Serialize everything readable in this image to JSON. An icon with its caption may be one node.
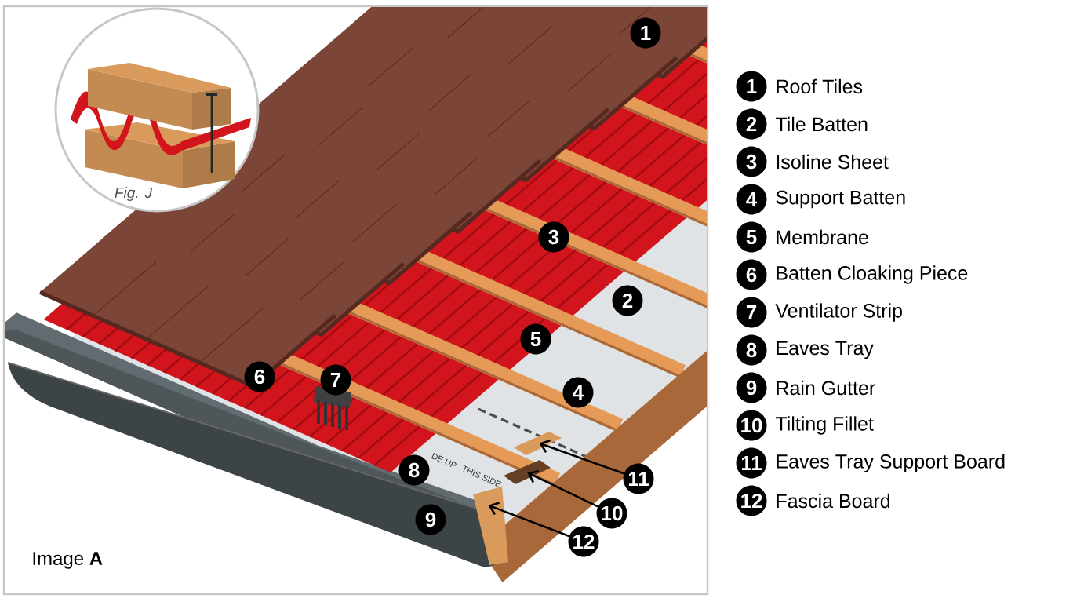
{
  "diagram": {
    "nodes": [
      {
        "text": [
          "Fig. J"
        ]
      },
      {
        "text": [
          "1"
        ]
      },
      {
        "text": [
          "2"
        ]
      },
      {
        "text": [
          "3"
        ]
      },
      {
        "text": [
          "4"
        ]
      },
      {
        "text": [
          "5"
        ]
      },
      {
        "text": [
          "6"
        ]
      },
      {
        "text": [
          "7"
        ]
      },
      {
        "text": [
          "8"
        ]
      },
      {
        "text": [
          "9"
        ]
      },
      {
        "text": [
          "10"
        ]
      },
      {
        "text": [
          "11"
        ]
      },
      {
        "text": [
          "12"
        ]
      },
      {
        "text": [
          "1"
        ],
        "beside": [
          "Roof Tiles"
        ]
      },
      {
        "text": [
          "2"
        ],
        "beside": [
          "Tile Batten"
        ]
      },
      {
        "text": [
          "3"
        ],
        "beside": [
          "Isoline Sheet"
        ]
      },
      {
        "text": [
          "4"
        ],
        "beside": [
          "Support Batten"
        ]
      },
      {
        "text": [
          "5"
        ],
        "beside": [
          "Membrane"
        ]
      },
      {
        "text": [
          "6"
        ],
        "beside": [
          "Batten Cloaking Piece"
        ]
      },
      {
        "text": [
          "7"
        ],
        "beside": [
          "Ventilator Strip"
        ]
      },
      {
        "text": [
          "8"
        ],
        "beside": [
          "Eaves Tray"
        ]
      },
      {
        "text": [
          "9"
        ],
        "beside": [
          "Rain Gutter"
        ]
      },
      {
        "text": [
          "10"
        ],
        "beside": [
          "Tilting Fillet"
        ]
      },
      {
        "text": [
          "11"
        ],
        "beside": [
          "Eaves Tray Support Board"
        ]
      },
      {
        "text": [
          "12"
        ],
        "beside": [
          "Fascia Board"
        ]
      },
      {
        "text": [],
        "shape": "bar"
      },
      {
        "text": [],
        "shape": "bar"
      },
      {
        "text": [],
        "shape": "bar"
      }
    ],
    "edges": [
      {
        "from": 11,
        "to": 25,
        "arrow": "to"
      },
      {
        "from": 10,
        "to": 26,
        "arrow": "to"
      },
      {
        "from": 12,
        "to": 27,
        "arrow": "to"
      }
    ],
    "labels": [
      "DE UP",
      "THIS SIDE",
      "Image **A**"
    ]
  }
}
